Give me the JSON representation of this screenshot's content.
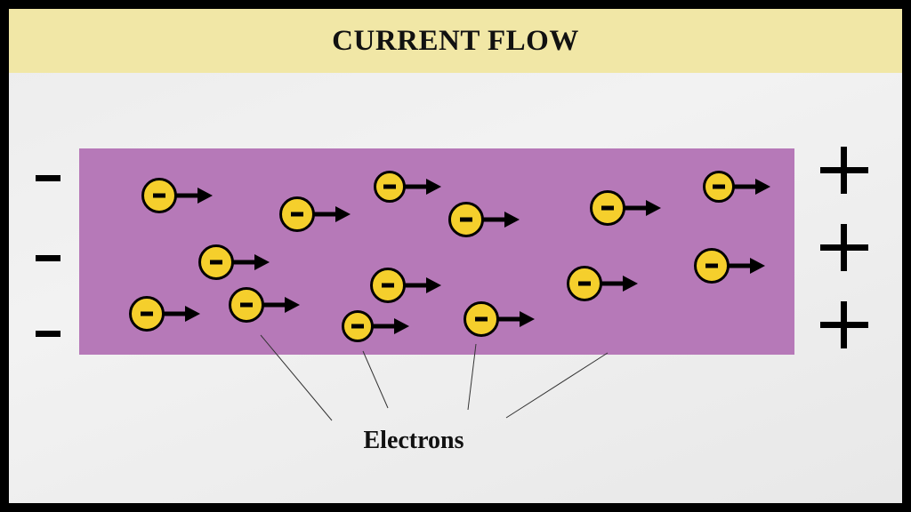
{
  "title": "CURRENT FLOW",
  "caption": "Electrons",
  "left_terminal_symbol": "-",
  "right_terminal_symbol": "+",
  "electron_symbol": "-",
  "conductor_color": "#b679b8",
  "electron_fill": "#f5cf2c",
  "title_bar_color": "#f1e7a6",
  "electron_count": 14,
  "arrow_direction": "right",
  "icons": {
    "electron": "electron-icon",
    "arrow": "arrow-right-icon",
    "minus": "minus-icon",
    "plus": "plus-icon"
  }
}
